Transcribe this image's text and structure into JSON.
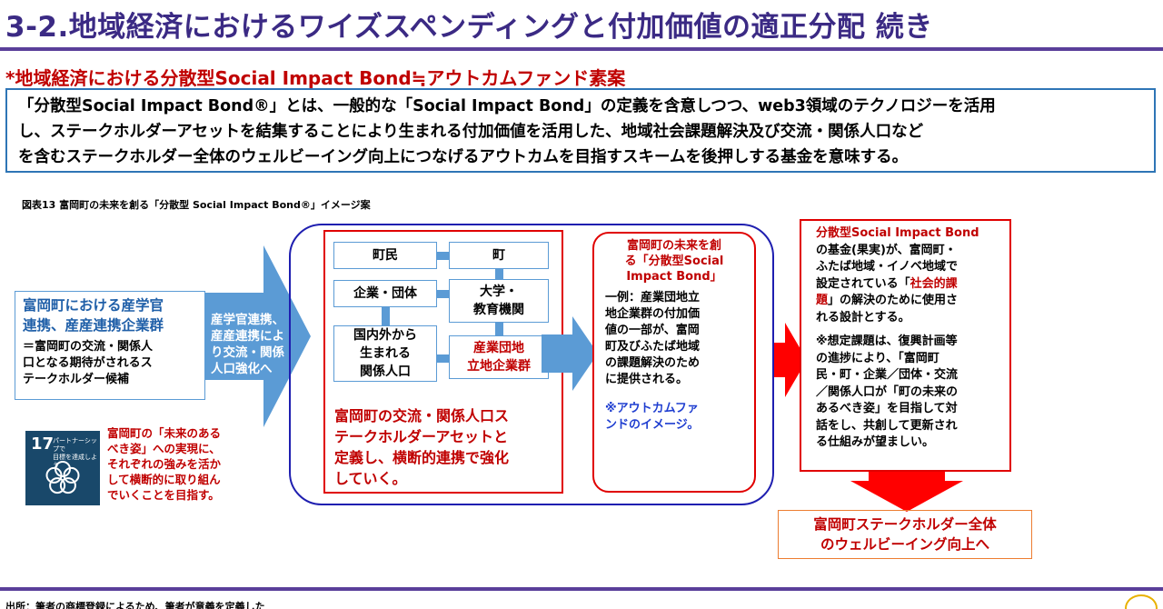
{
  "header": {
    "title": "3-2.地域経済におけるワイズスペンディングと付加価値の適正分配 続き",
    "subtitle": "*地域経済における分散型Social Impact Bond≒アウトカムファンド素案"
  },
  "definition": {
    "lines": [
      "「分散型Social Impact Bond®」とは、一般的な「Social Impact Bond」の定義を含意しつつ、web3領域のテクノロジーを活用",
      "し、ステークホルダーアセットを結集することにより生まれる付加価値を活用した、地域社会課題解決及び交流・関係人口など",
      "を含むステークホルダー全体のウェルビーイング向上につなげるアウトカムを目指すスキームを後押しする基金を意味する。"
    ]
  },
  "figure": {
    "caption": "図表13 富岡町の未来を創る「分散型 Social Impact Bond®」イメージ案",
    "left_box": {
      "title": [
        "富岡町における産学官",
        "連携、産産連携企業群"
      ],
      "body": [
        "＝富岡町の交流・関係人",
        "口となる期待がされるス",
        "テークホルダー候補"
      ]
    },
    "arrow_text": [
      "産学官連携、",
      "産産連携によ",
      "り交流・関係",
      "人口強化へ"
    ],
    "sdg": {
      "number": "17",
      "goal_text": [
        "パートナーシップで",
        "目標を達成しよう"
      ],
      "caption": [
        "富岡町の「未来のある",
        "べき姿」への実現に、",
        "それぞれの強みを活か",
        "して横断的に取り組ん",
        "でいくことを目指す。"
      ],
      "accent": "#19486a"
    },
    "stakeholders": {
      "chomin": "町民",
      "machi": "町",
      "kigyo": "企業・団体",
      "daigaku": [
        "大学・",
        "教育機関"
      ],
      "kokunai": [
        "国内外から",
        "生まれる",
        "関係人口"
      ],
      "sangyo": [
        "産業団地",
        "立地企業群"
      ]
    },
    "stakeholder_text": [
      "富岡町の交流・関係人口ス",
      "テークホルダーアセットと",
      "定義し、横断的連携で強化",
      "していく。"
    ],
    "fund": {
      "title": [
        "富岡町の未来を創",
        "る「分散型Social",
        "Impact Bond」"
      ],
      "body": [
        "一例：産業団地立",
        "地企業群の付加価",
        "値の一部が、富岡",
        "町及びふたば地域",
        "の課題解決のため",
        "に提供される。"
      ],
      "note": [
        "※アウトカムファ",
        "ンドのイメージ。"
      ]
    },
    "right_box": {
      "head": "分散型Social Impact Bond",
      "lines": [
        "の基金(果実)が、富岡町・",
        "ふたば地域・イノベ地域で",
        "設定されている「"
      ],
      "emph": "社会的課",
      "emph2": "題",
      "tail": "」の解決のために使用さ",
      "last": "れる設計とする。",
      "note": [
        "※想定課題は、復興計画等",
        "の進捗により、「富岡町",
        "民・町・企業／団体・交流",
        "／関係人口が「町の未来の",
        "あるべき姿」を目指して対",
        "話をし、共創して更新され",
        "る仕組みが望ましい。"
      ]
    },
    "wellbeing": [
      "富岡町ステークホルダー全体",
      "のウェルビーイング向上へ"
    ]
  },
  "footer": {
    "note": "出所：筆者の商標登録によるため、筆者が意義を定義した"
  },
  "colors": {
    "title": "#3b2a84",
    "red": "#c00000",
    "blue": "#2e75b6",
    "arrow_blue": "#5b9bd5",
    "navy": "#1f1fb0"
  }
}
